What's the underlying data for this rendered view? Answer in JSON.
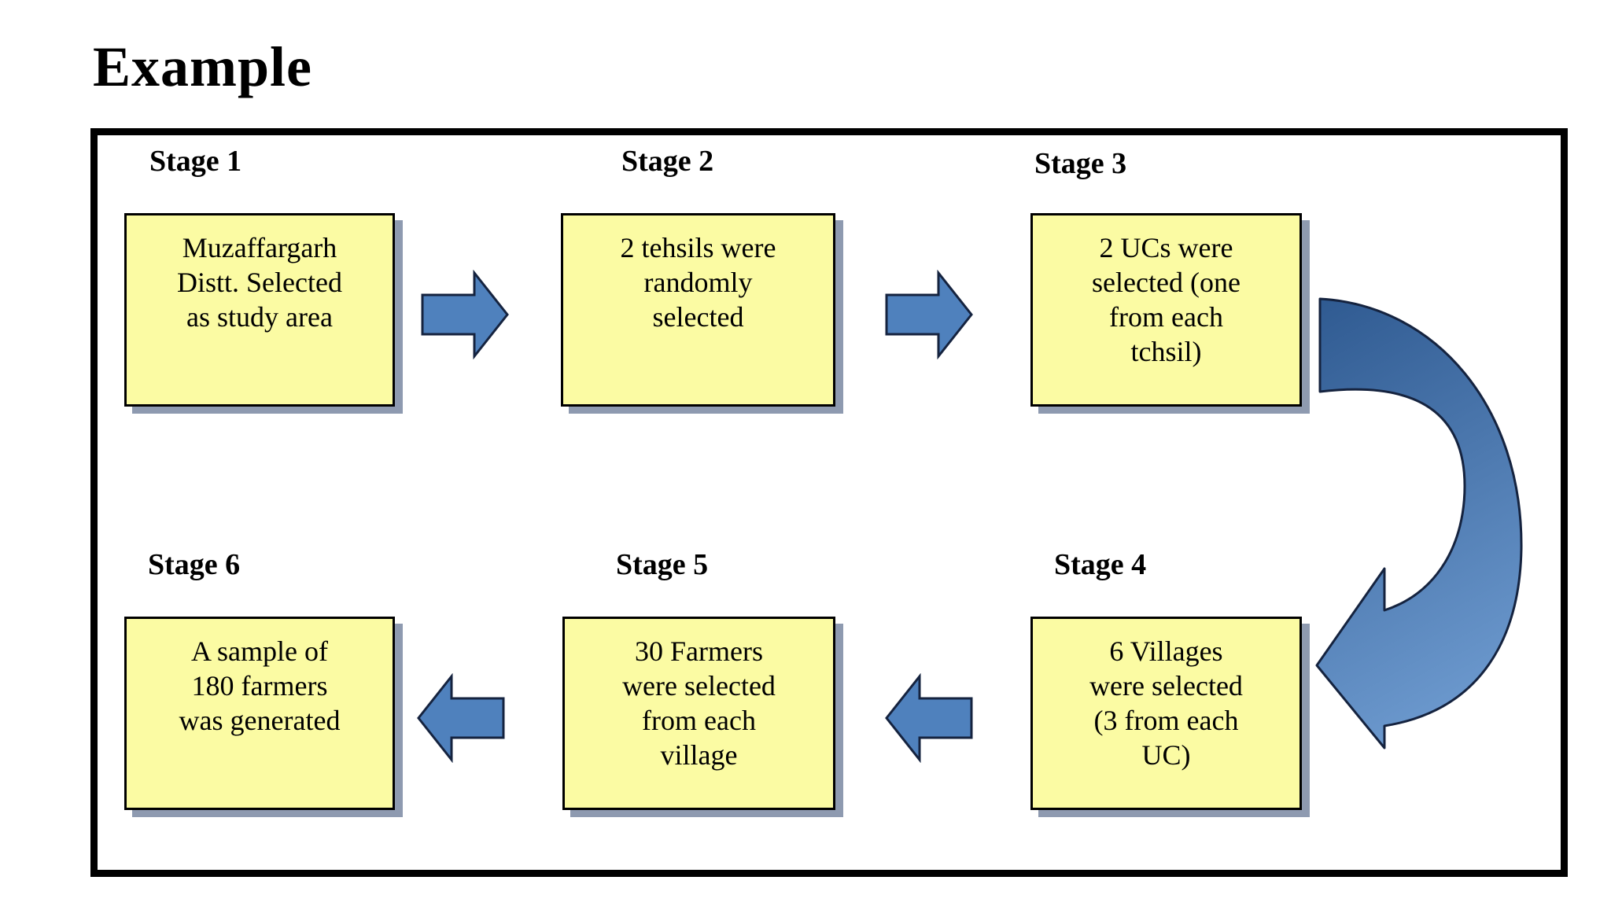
{
  "title": "Example",
  "flowchart": {
    "stages": [
      {
        "label": "Stage 1",
        "text": "Muzaffargarh\nDistt. Selected\nas study area"
      },
      {
        "label": "Stage 2",
        "text": "2 tehsils were\nrandomly\nselected"
      },
      {
        "label": "Stage 3",
        "text": "2 UCs were\nselected (one\nfrom each\ntchsil)"
      },
      {
        "label": "Stage 4",
        "text": "6 Villages\nwere selected\n(3 from each\nUC)"
      },
      {
        "label": "Stage 5",
        "text": "30 Farmers\nwere selected\nfrom each\nvillage"
      },
      {
        "label": "Stage 6",
        "text": "A sample of\n180 farmers\nwas generated"
      }
    ],
    "connectors": [
      {
        "icon": "arrow-right-icon",
        "from": "Stage 1",
        "to": "Stage 2"
      },
      {
        "icon": "arrow-right-icon",
        "from": "Stage 2",
        "to": "Stage 3"
      },
      {
        "icon": "curved-arrow-icon",
        "from": "Stage 3",
        "to": "Stage 4"
      },
      {
        "icon": "arrow-left-icon",
        "from": "Stage 4",
        "to": "Stage 5"
      },
      {
        "icon": "arrow-left-icon",
        "from": "Stage 5",
        "to": "Stage 6"
      }
    ],
    "colors": {
      "box_fill": "#fbfba3",
      "box_border": "#000000",
      "box_shadow": "#8e9ab0",
      "arrow_fill": "#4f81bd",
      "arrow_grad_top": "#2f5a91",
      "arrow_grad_bottom": "#6a97cc",
      "arrow_stroke": "#15233f",
      "frame_border": "#000000",
      "bg": "#ffffff",
      "text": "#000000"
    }
  }
}
